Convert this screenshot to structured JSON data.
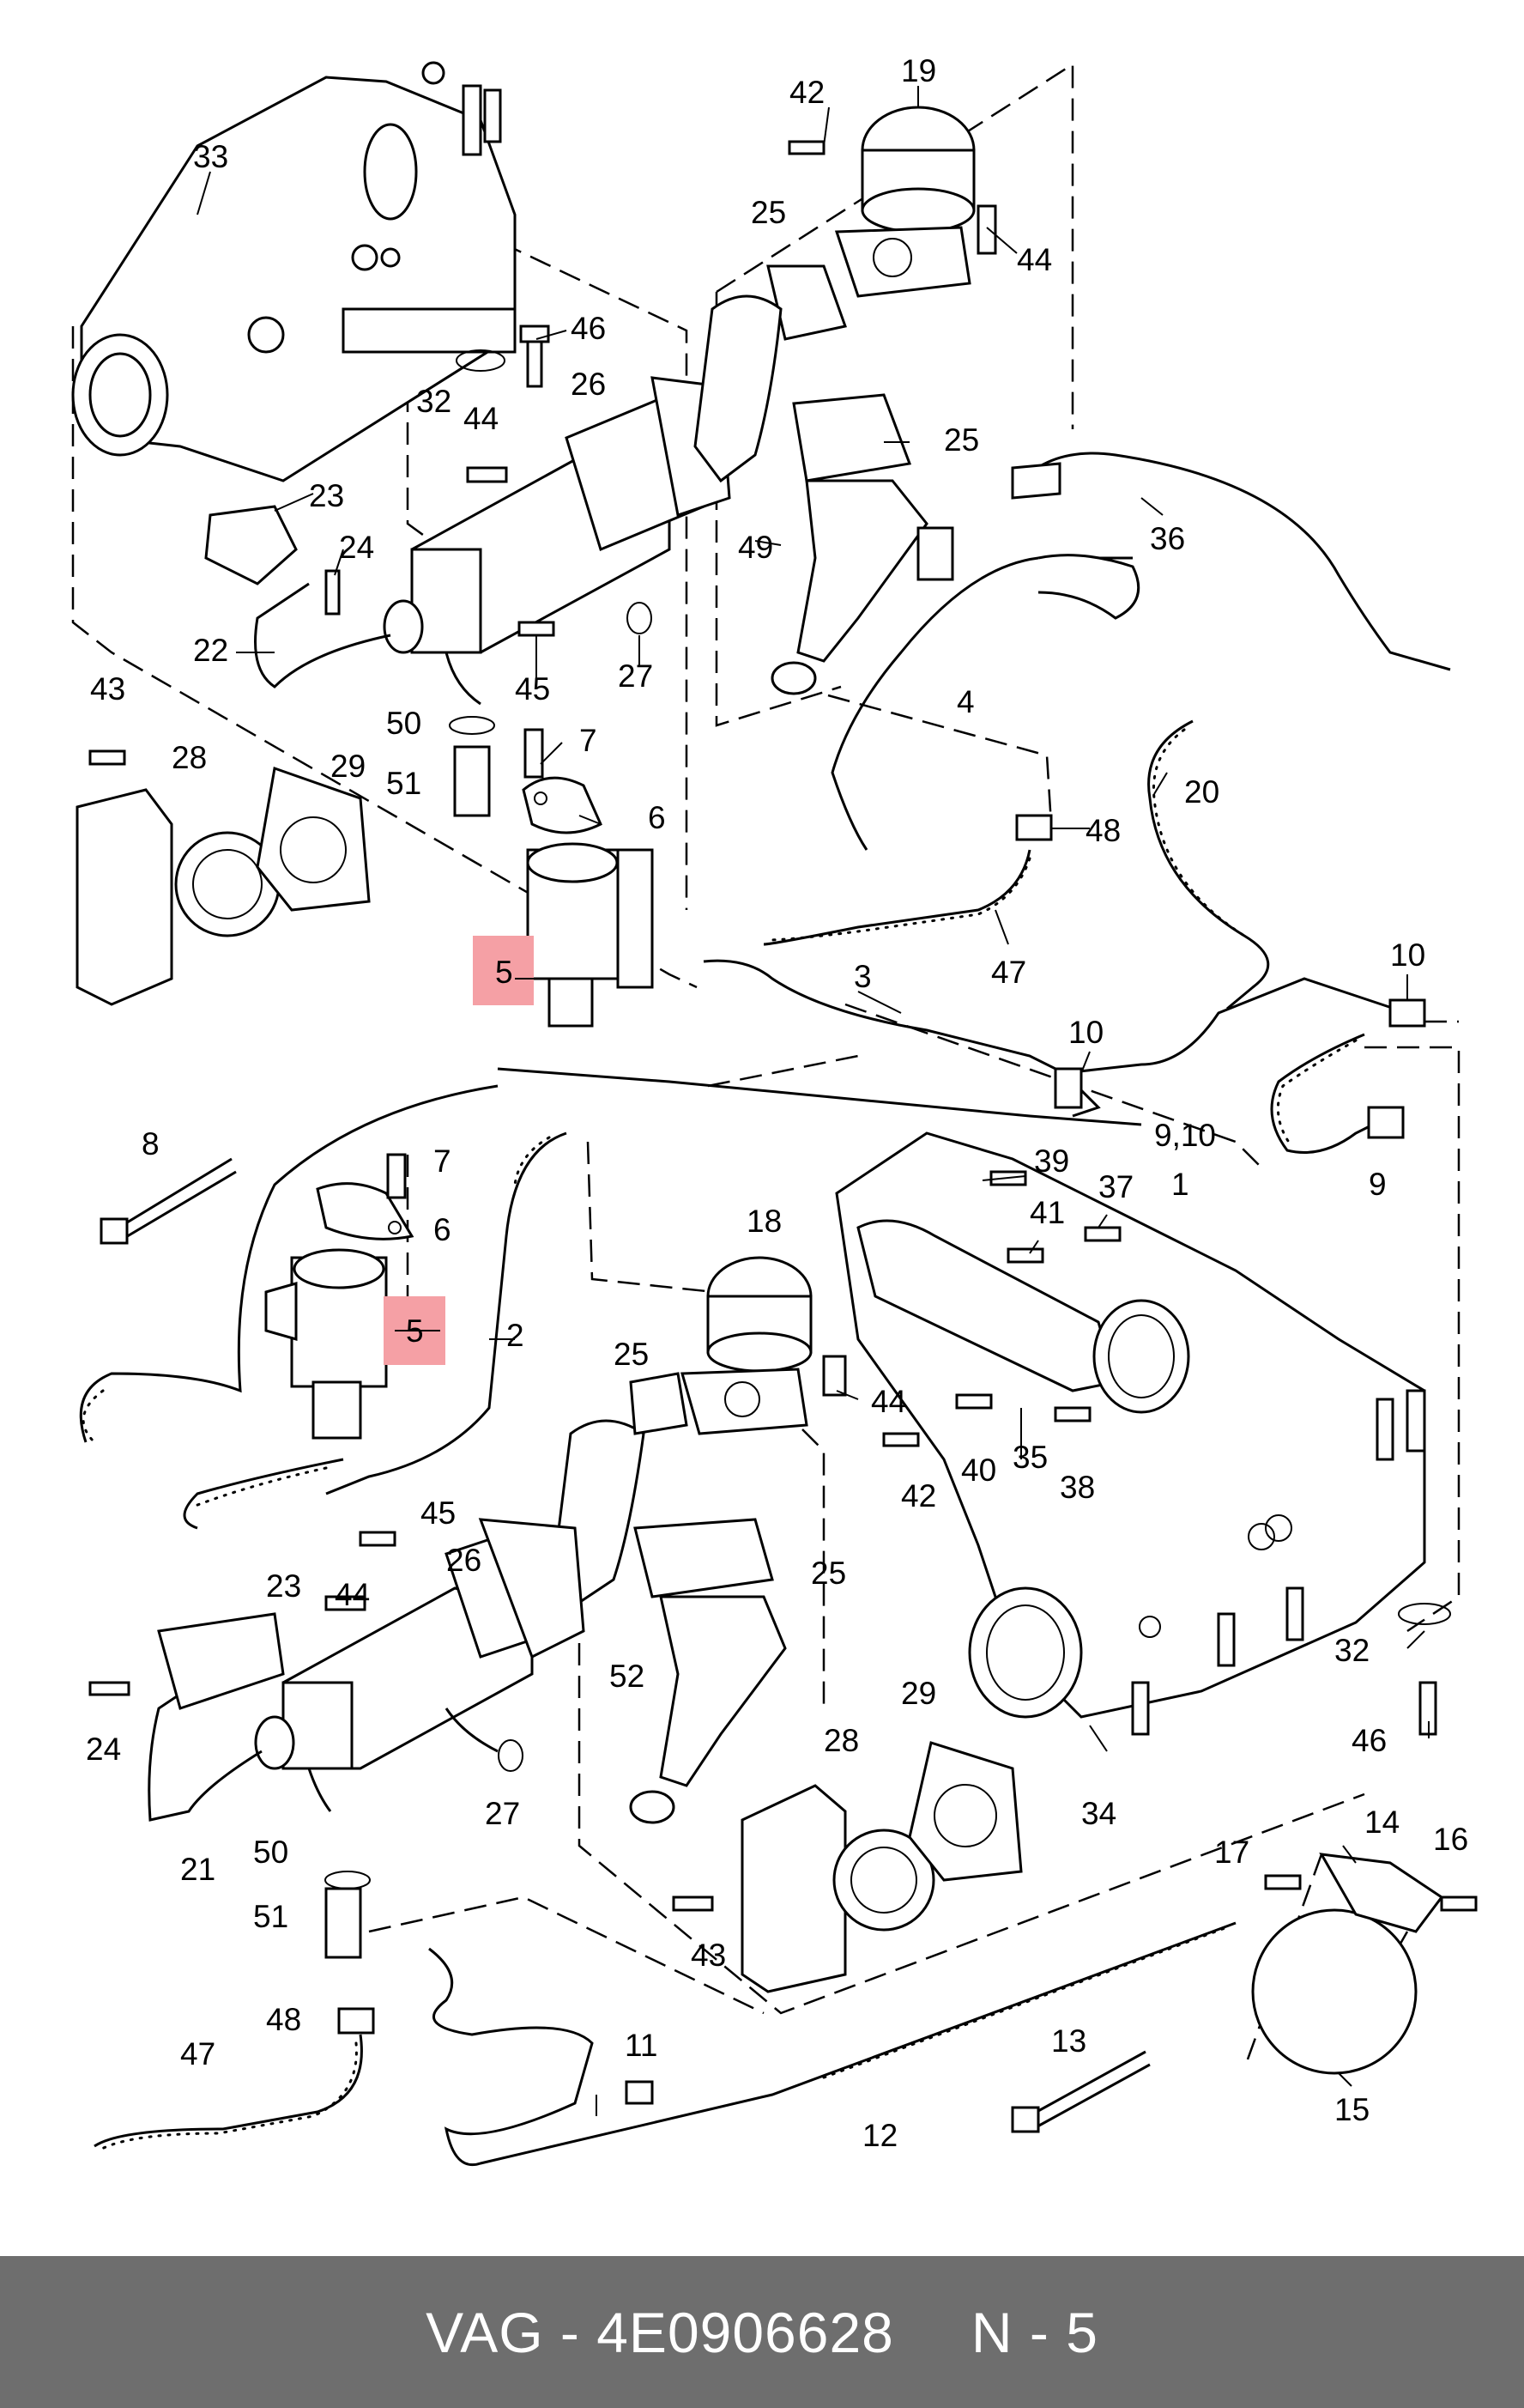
{
  "callouts": [
    {
      "id": "c-33",
      "text": "33"
    },
    {
      "id": "c-42a",
      "text": "42"
    },
    {
      "id": "c-19",
      "text": "19"
    },
    {
      "id": "c-25a",
      "text": "25"
    },
    {
      "id": "c-44a",
      "text": "44"
    },
    {
      "id": "c-46a",
      "text": "46"
    },
    {
      "id": "c-26a",
      "text": "26"
    },
    {
      "id": "c-32a",
      "text": "32"
    },
    {
      "id": "c-44b",
      "text": "44"
    },
    {
      "id": "c-25b",
      "text": "25"
    },
    {
      "id": "c-36",
      "text": "36"
    },
    {
      "id": "c-23a",
      "text": "23"
    },
    {
      "id": "c-24a",
      "text": "24"
    },
    {
      "id": "c-49",
      "text": "49"
    },
    {
      "id": "c-22",
      "text": "22"
    },
    {
      "id": "c-45a",
      "text": "45"
    },
    {
      "id": "c-27a",
      "text": "27"
    },
    {
      "id": "c-4",
      "text": "4"
    },
    {
      "id": "c-43a",
      "text": "43"
    },
    {
      "id": "c-50a",
      "text": "50"
    },
    {
      "id": "c-7a",
      "text": "7"
    },
    {
      "id": "c-28a",
      "text": "28"
    },
    {
      "id": "c-29a",
      "text": "29"
    },
    {
      "id": "c-20",
      "text": "20"
    },
    {
      "id": "c-51a",
      "text": "51"
    },
    {
      "id": "c-6a",
      "text": "6"
    },
    {
      "id": "c-48a",
      "text": "48"
    },
    {
      "id": "c-3",
      "text": "3"
    },
    {
      "id": "c-47a",
      "text": "47"
    },
    {
      "id": "c-10a",
      "text": "10"
    },
    {
      "id": "c-10b",
      "text": "10"
    },
    {
      "id": "c-9-10",
      "text": "9,10"
    },
    {
      "id": "c-1",
      "text": "1"
    },
    {
      "id": "c-9",
      "text": "9"
    },
    {
      "id": "c-8",
      "text": "8"
    },
    {
      "id": "c-7b",
      "text": "7"
    },
    {
      "id": "c-6b",
      "text": "6"
    },
    {
      "id": "c-39",
      "text": "39"
    },
    {
      "id": "c-37",
      "text": "37"
    },
    {
      "id": "c-41",
      "text": "41"
    },
    {
      "id": "c-18",
      "text": "18"
    },
    {
      "id": "c-2",
      "text": "2"
    },
    {
      "id": "c-25c",
      "text": "25"
    },
    {
      "id": "c-44c",
      "text": "44"
    },
    {
      "id": "c-35",
      "text": "35"
    },
    {
      "id": "c-40",
      "text": "40"
    },
    {
      "id": "c-38",
      "text": "38"
    },
    {
      "id": "c-42b",
      "text": "42"
    },
    {
      "id": "c-45b",
      "text": "45"
    },
    {
      "id": "c-26b",
      "text": "26"
    },
    {
      "id": "c-25d",
      "text": "25"
    },
    {
      "id": "c-44d",
      "text": "44"
    },
    {
      "id": "c-23b",
      "text": "23"
    },
    {
      "id": "c-52",
      "text": "52"
    },
    {
      "id": "c-32b",
      "text": "32"
    },
    {
      "id": "c-24b",
      "text": "24"
    },
    {
      "id": "c-29b",
      "text": "29"
    },
    {
      "id": "c-46b",
      "text": "46"
    },
    {
      "id": "c-27b",
      "text": "27"
    },
    {
      "id": "c-28b",
      "text": "28"
    },
    {
      "id": "c-34",
      "text": "34"
    },
    {
      "id": "c-21",
      "text": "21"
    },
    {
      "id": "c-14",
      "text": "14"
    },
    {
      "id": "c-50b",
      "text": "50"
    },
    {
      "id": "c-17",
      "text": "17"
    },
    {
      "id": "c-16",
      "text": "16"
    },
    {
      "id": "c-51b",
      "text": "51"
    },
    {
      "id": "c-43b",
      "text": "43"
    },
    {
      "id": "c-48b",
      "text": "48"
    },
    {
      "id": "c-11",
      "text": "11"
    },
    {
      "id": "c-13",
      "text": "13"
    },
    {
      "id": "c-47b",
      "text": "47"
    },
    {
      "id": "c-12",
      "text": "12"
    },
    {
      "id": "c-15",
      "text": "15"
    }
  ],
  "highlighted_callouts": [
    {
      "id": "h-5a",
      "text": "5"
    },
    {
      "id": "h-5b",
      "text": "5"
    }
  ],
  "footer": {
    "part_number": "VAG - 4E0906628",
    "position": "N - 5"
  },
  "colors": {
    "highlight": "#f5a0a5",
    "footer_bg": "#6e6e6e",
    "footer_text": "#ffffff"
  }
}
